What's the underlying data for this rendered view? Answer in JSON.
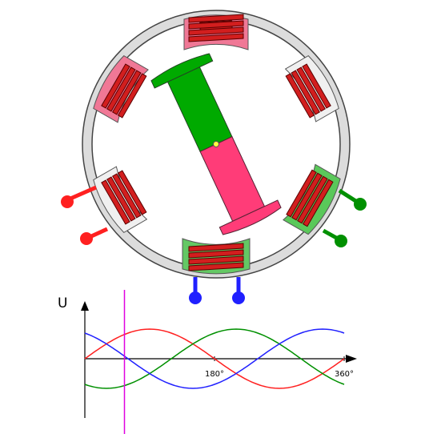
{
  "chart_data": {
    "type": "line",
    "ylabel": "U",
    "tick_labels": [
      "180°",
      "360°"
    ],
    "x_ticks": [
      180,
      360
    ],
    "xlim": [
      0,
      360
    ],
    "ylim": [
      -1.3,
      1.3
    ],
    "cursor_deg": 55,
    "series": [
      {
        "color": "#ff2020",
        "phase_deg": 0
      },
      {
        "color": "#009000",
        "phase_deg": -120
      },
      {
        "color": "#2020ff",
        "phase_deg": -240
      }
    ]
  },
  "colors": {
    "red_phase": "#ff2020",
    "green_phase": "#009000",
    "blue_phase": "#2020ff",
    "stator_ring": "#dcdcdc",
    "coil": "#d21e1e",
    "rotor_north": "#ff3c78",
    "rotor_south": "#00aa00",
    "cursor": "#e000e0"
  }
}
